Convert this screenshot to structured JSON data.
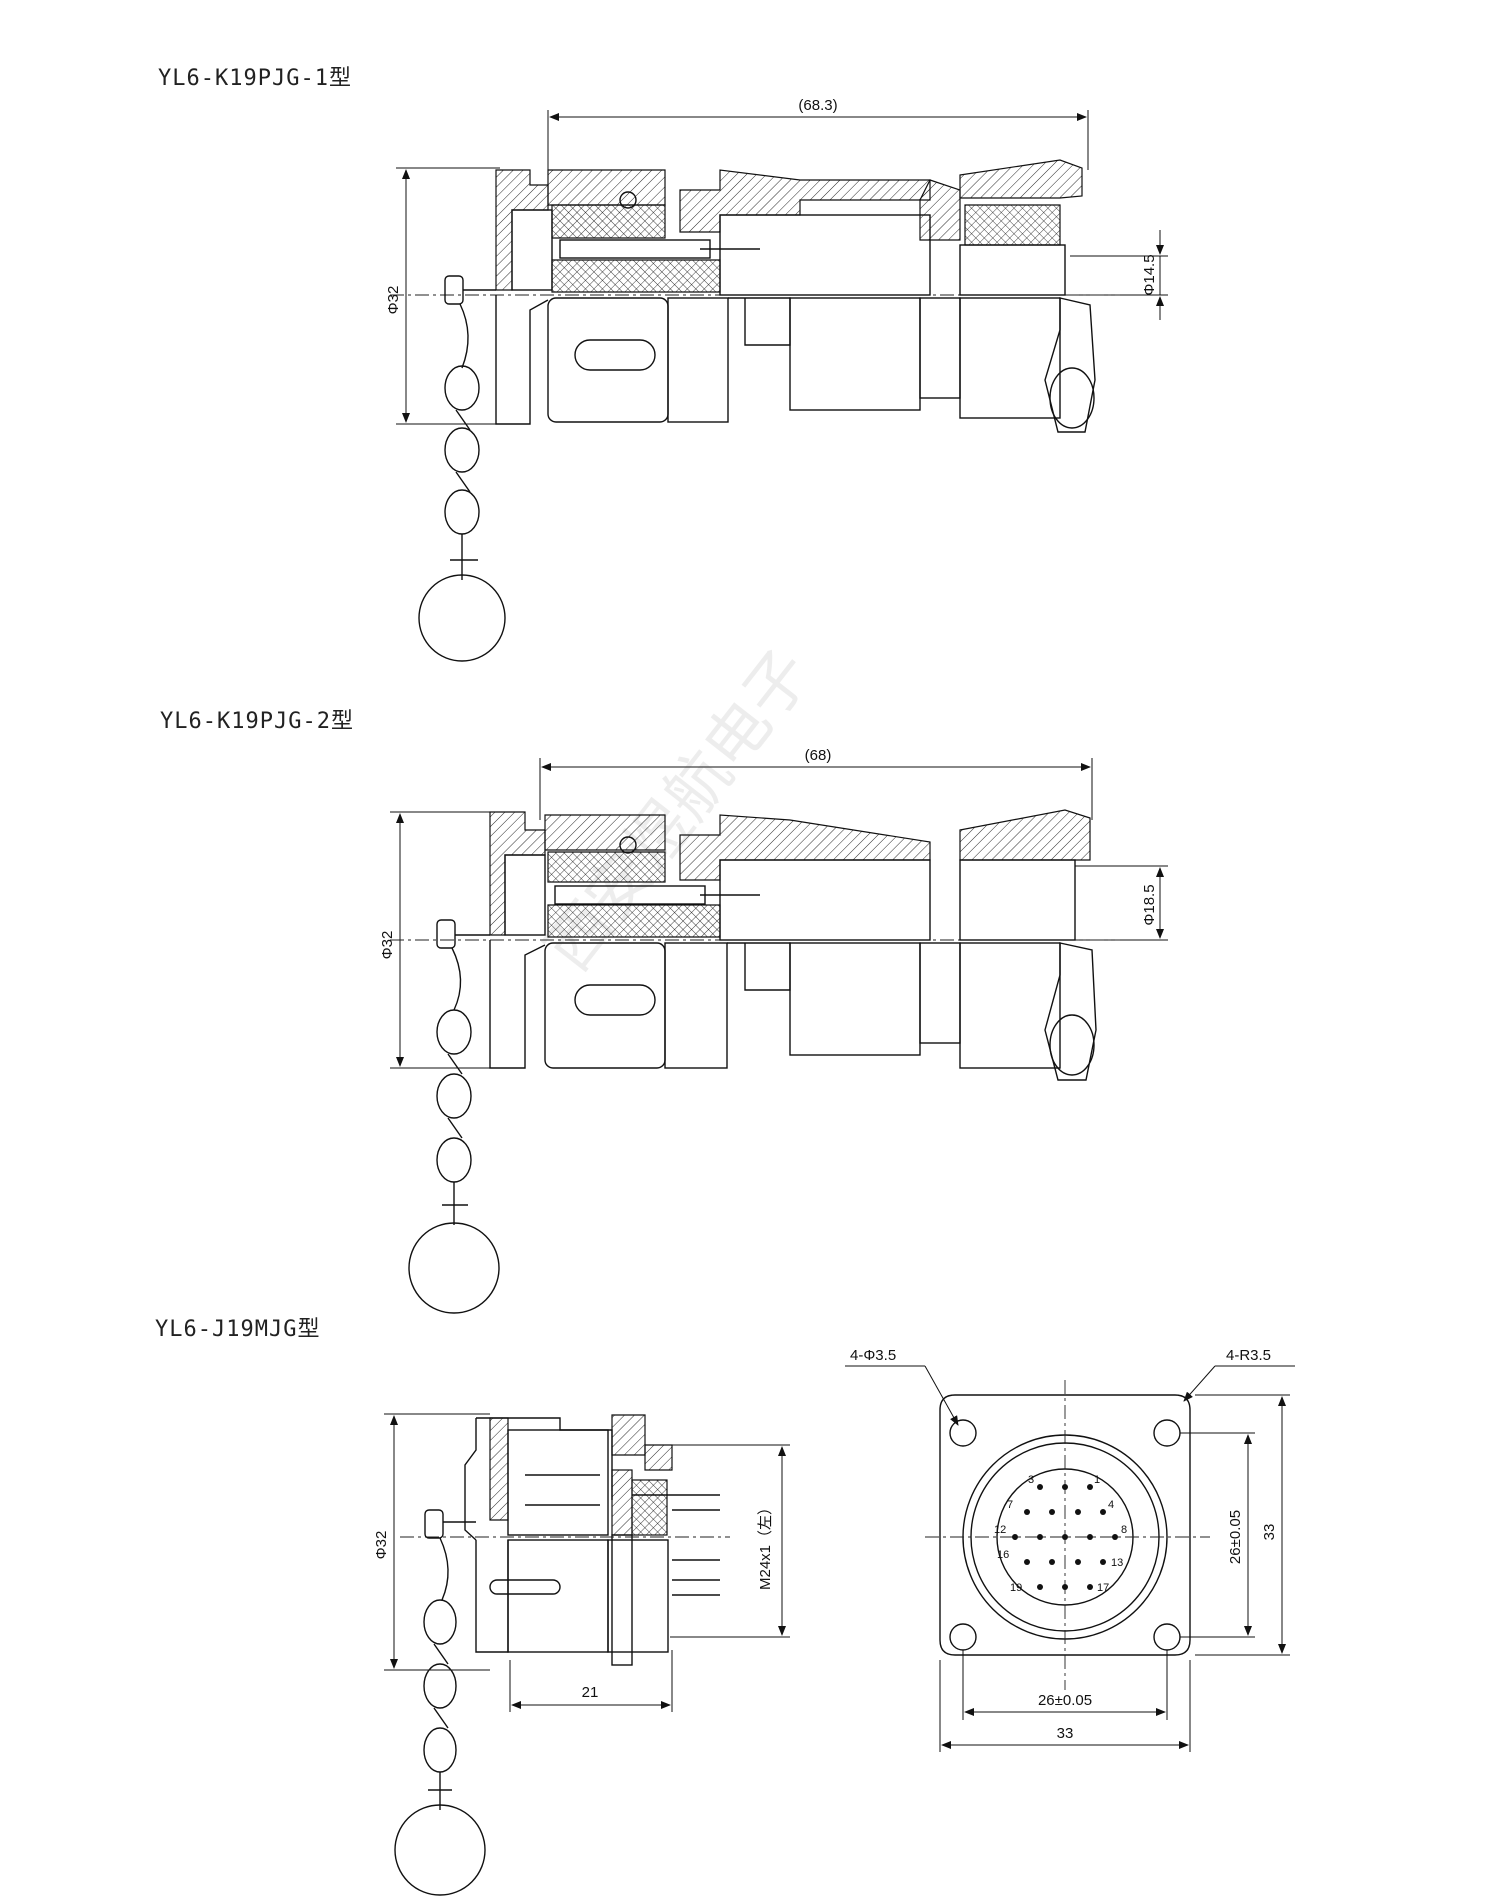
{
  "models": [
    {
      "title": "YL6-K19PJG-1型",
      "dims": {
        "length": "(68.3)",
        "diameter": "Φ32",
        "cable": "Φ14.5"
      }
    },
    {
      "title": "YL6-K19PJG-2型",
      "dims": {
        "length": "(68)",
        "diameter": "Φ32",
        "cable": "Φ18.5"
      }
    },
    {
      "title": "YL6-J19MJG型",
      "dims": {
        "diameter": "Φ32",
        "thread": "M24x1（左）",
        "depth": "21",
        "holes": "4-Φ3.5",
        "corner_radius": "4-R3.5",
        "hole_spacing_h": "26±0.05",
        "hole_spacing_v": "26±0.05",
        "flange_w": "33",
        "flange_h": "33"
      },
      "pin_labels": [
        "3",
        "1",
        "7",
        "4",
        "12",
        "8",
        "16",
        "13",
        "19",
        "17"
      ]
    }
  ],
  "watermark": "西安煜航电子"
}
